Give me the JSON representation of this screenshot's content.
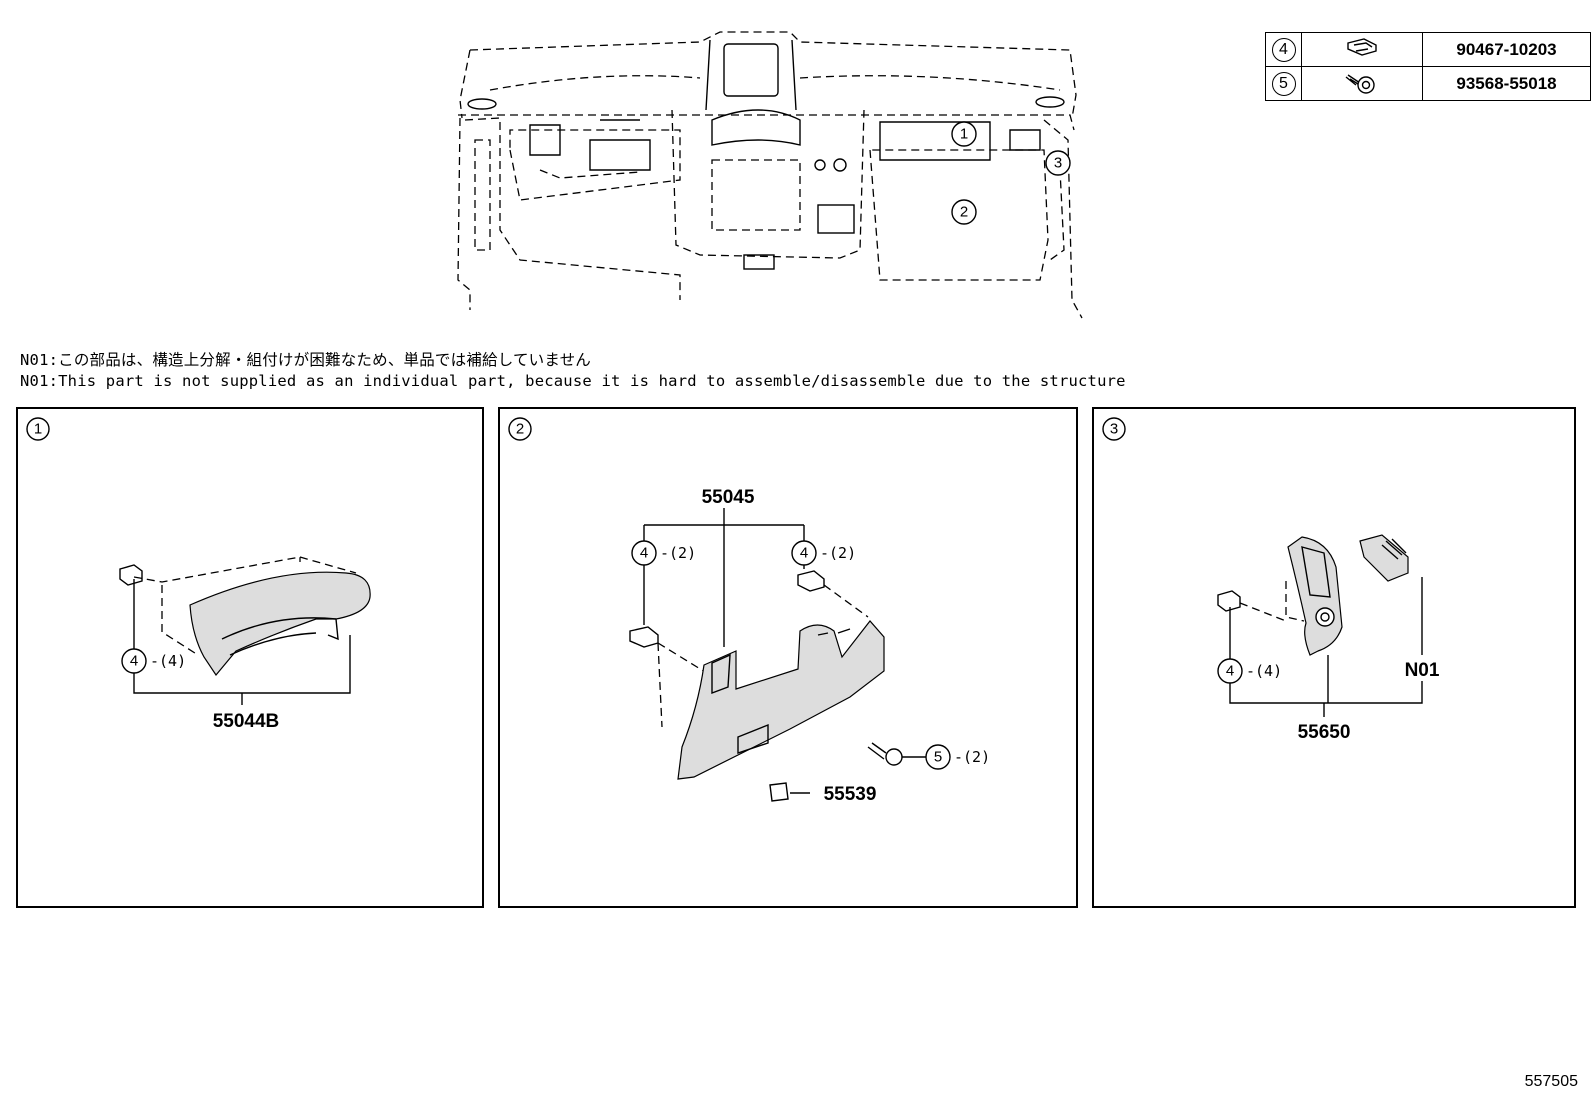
{
  "legend": [
    {
      "ref": "4",
      "icon": "clip-icon",
      "part_number": "90467-10203"
    },
    {
      "ref": "5",
      "icon": "screw-icon",
      "part_number": "93568-55018"
    }
  ],
  "overview": {
    "callouts": [
      "1",
      "2",
      "3"
    ]
  },
  "notes": {
    "line_jp": "N01:この部品は、構造上分解・組付けが困難なため、単品では補給していません",
    "line_en": "N01:This part is not supplied as an individual part, because it is hard to assemble/disassemble due to the structure"
  },
  "panels": [
    {
      "index": "1",
      "part_number": "55044B",
      "callouts": [
        {
          "ref": "4",
          "qty": "-(4)"
        }
      ]
    },
    {
      "index": "2",
      "part_number": "55045",
      "sub_part_number": "55539",
      "callouts": [
        {
          "ref": "4",
          "qty": "-(2)"
        },
        {
          "ref": "4",
          "qty": "-(2)"
        },
        {
          "ref": "5",
          "qty": "-(2)"
        }
      ]
    },
    {
      "index": "3",
      "part_number": "55650",
      "note_label": "N01",
      "callouts": [
        {
          "ref": "4",
          "qty": "-(4)"
        }
      ]
    }
  ],
  "footer": {
    "diagram_id": "557505"
  }
}
